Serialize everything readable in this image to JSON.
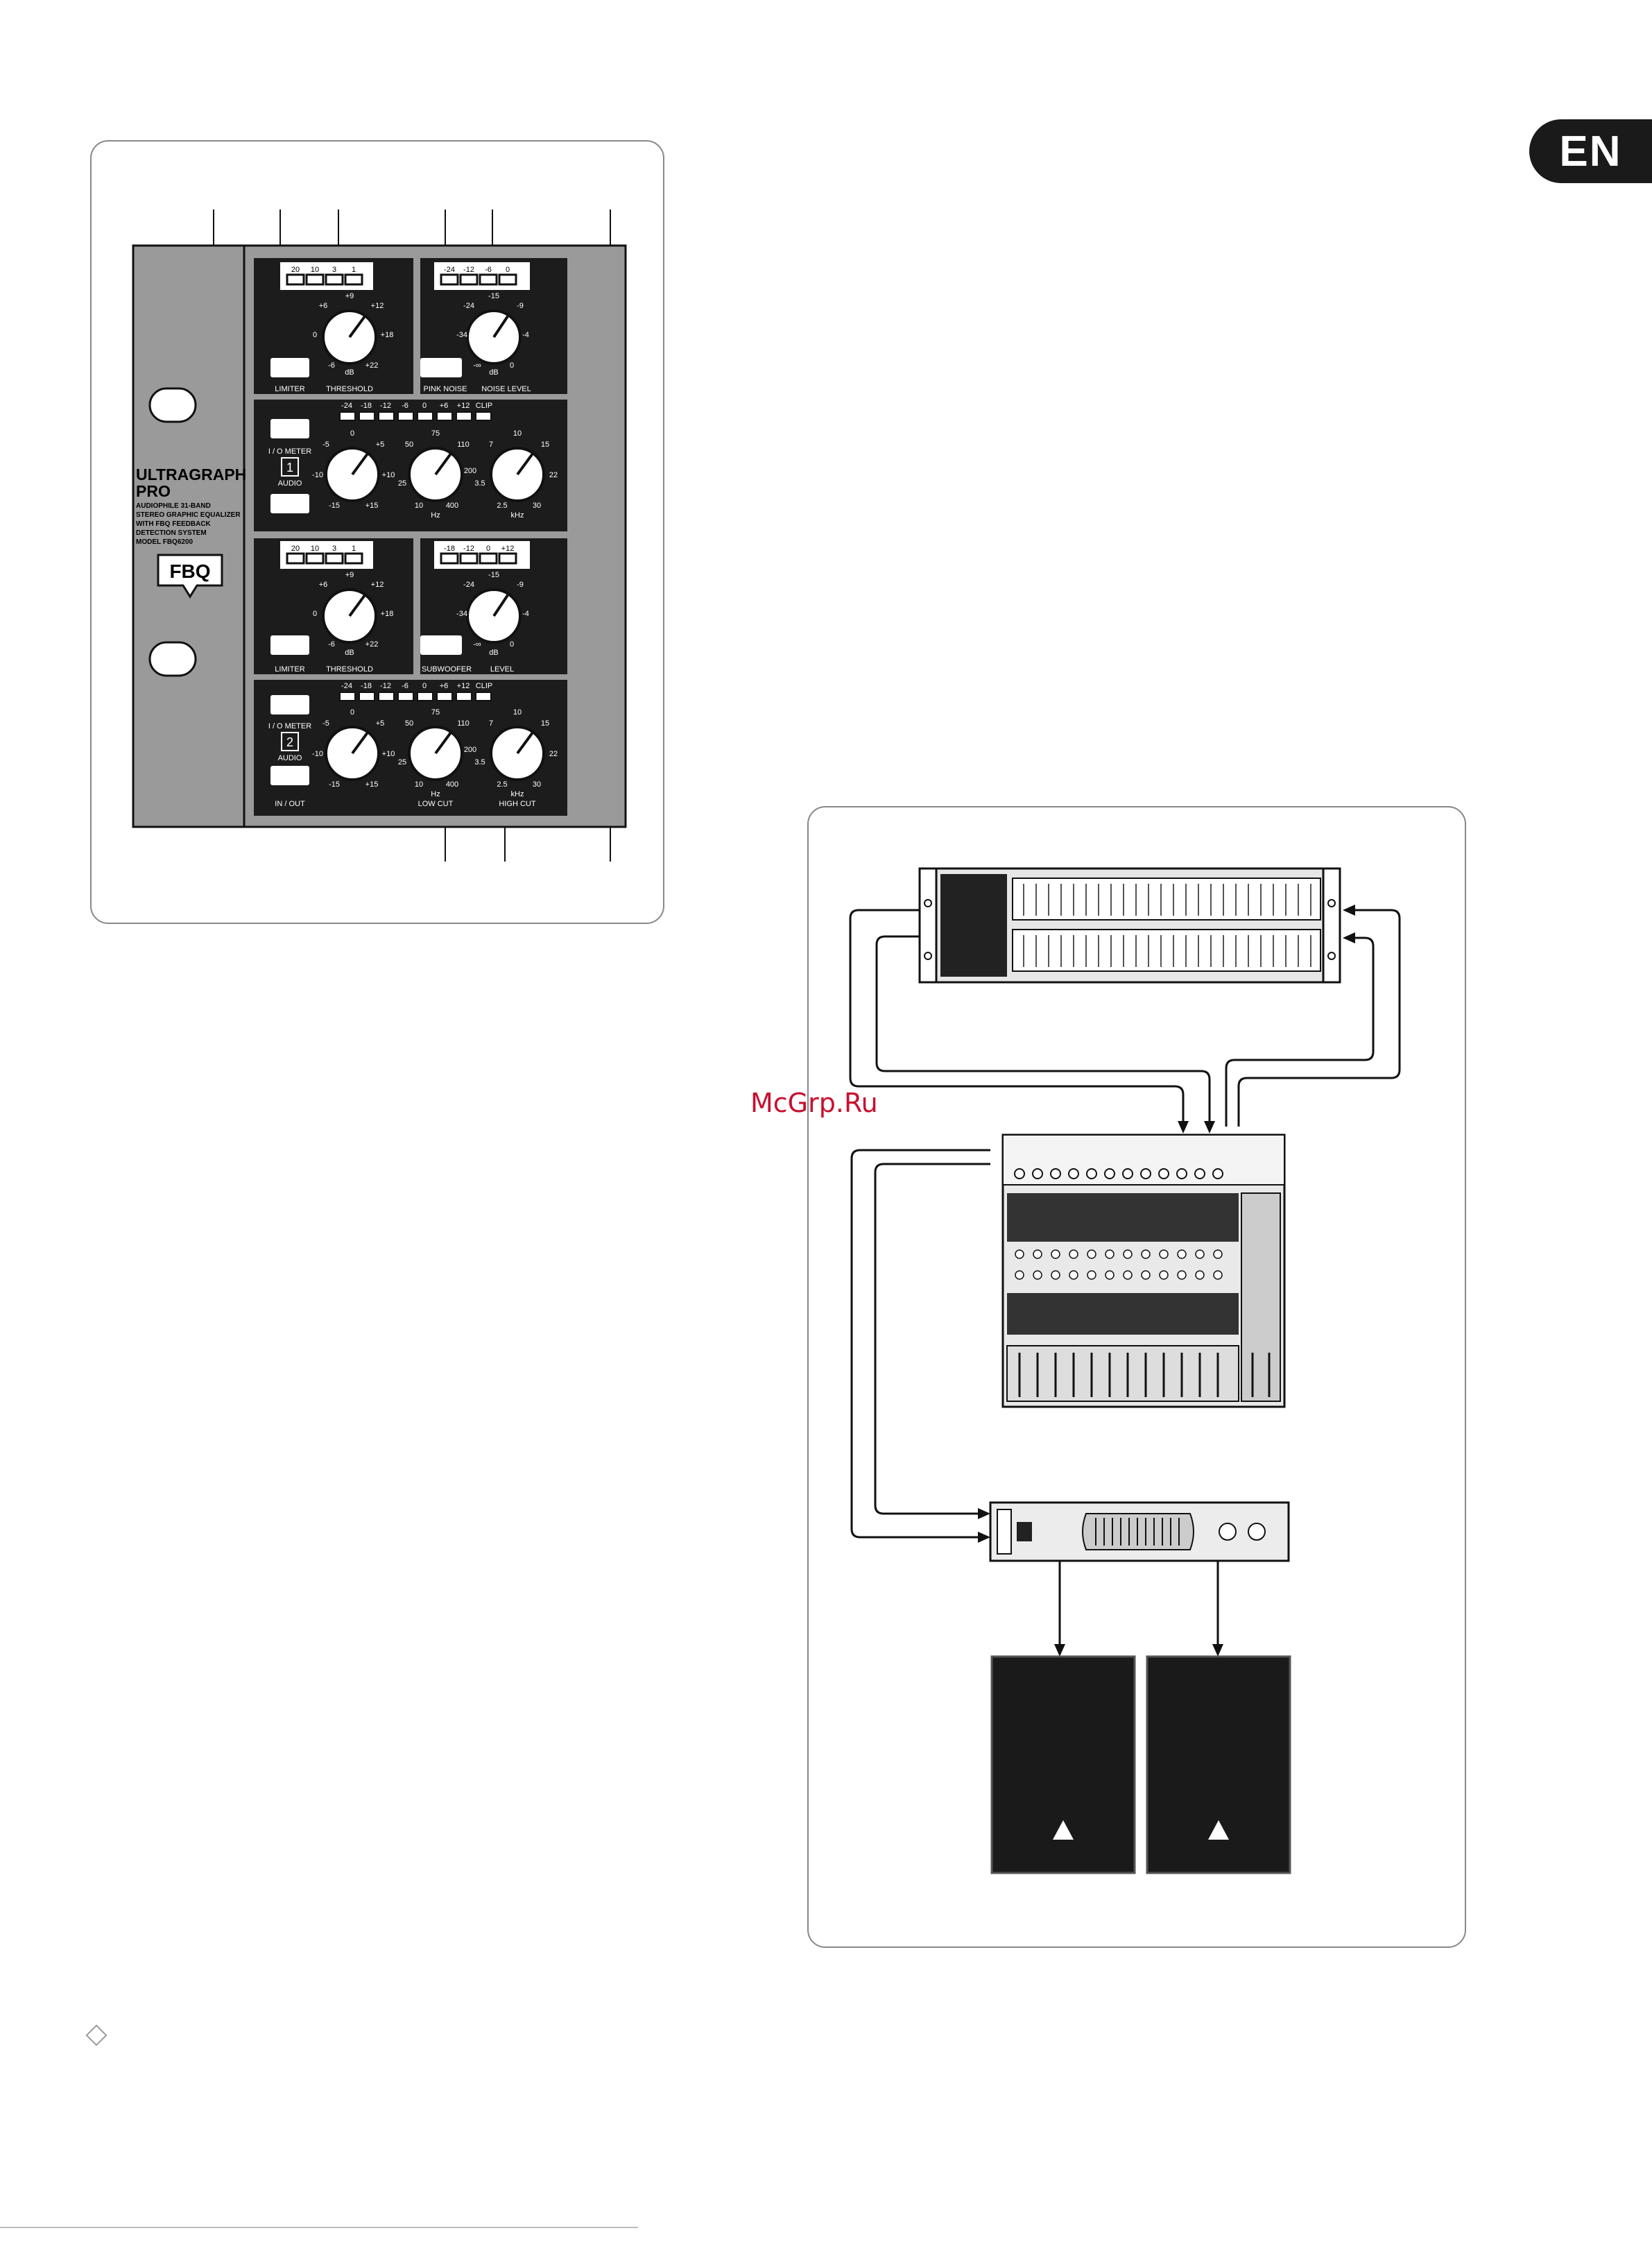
{
  "badge": {
    "language": "EN"
  },
  "watermark": {
    "text": "McGrp.Ru"
  },
  "device": {
    "brand_line1": "ULTRAGRAPH",
    "brand_line2": "PRO",
    "desc_lines": [
      "AUDIOPHILE 31-BAND",
      "STEREO GRAPHIC EQUALIZER",
      "WITH FBQ FEEDBACK",
      "DETECTION SYSTEM",
      "MODEL FBQ6200"
    ],
    "logo": "FBQ",
    "limiter_label": "LIMITER",
    "threshold_label": "THRESHOLD",
    "db_label": "dB",
    "threshold_led_labels": [
      "20",
      "10",
      "3",
      "1"
    ],
    "threshold_scale": [
      "+9",
      "+6",
      "+12",
      "0",
      "+18",
      "-6",
      "+22"
    ],
    "noise_led_labels": [
      "-24",
      "-12",
      "-6",
      "0"
    ],
    "noise_scale": [
      "-15",
      "-24",
      "-9",
      "-34",
      "-4",
      "-∞",
      "0"
    ],
    "pink_noise_label": "PINK NOISE",
    "noise_level_label": "NOISE LEVEL",
    "sub_led_labels": [
      "-18",
      "-12",
      "0",
      "+12"
    ],
    "subwoofer_label": "SUBWOOFER",
    "level_label": "LEVEL",
    "meter_scale": [
      "-24",
      "-18",
      "-12",
      "-6",
      "0",
      "+6",
      "+12",
      "CLIP"
    ],
    "io_meter_label": "I / O METER",
    "audio_label": "AUDIO",
    "channel1": "1",
    "channel2": "2",
    "io_scale": [
      "0",
      "-5",
      "+5",
      "-10",
      "+10",
      "-15",
      "+15"
    ],
    "hz_scale": [
      "75",
      "50",
      "110",
      "25",
      "200",
      "10",
      "400"
    ],
    "khz_scale": [
      "10",
      "7",
      "15",
      "3.5",
      "22",
      "2.5",
      "30"
    ],
    "hz_label": "Hz",
    "khz_label": "kHz",
    "low_cut_label": "LOW CUT",
    "high_cut_label": "HIGH CUT",
    "in_out_label": "IN / OUT"
  }
}
